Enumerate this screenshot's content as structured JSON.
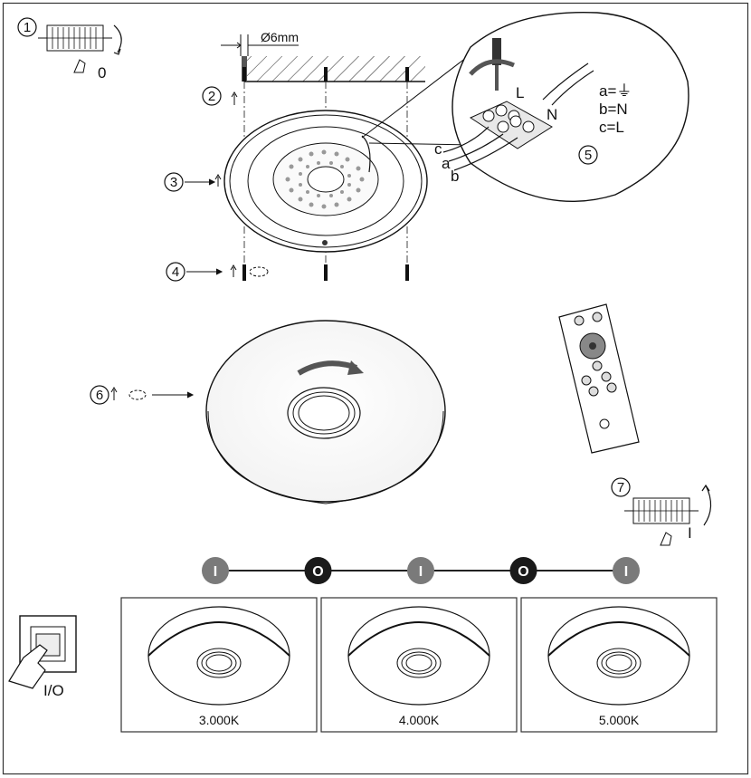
{
  "steps": [
    "1",
    "2",
    "3",
    "4",
    "5",
    "6",
    "7"
  ],
  "step1_switch_state": "0",
  "step7_switch_state": "I",
  "drill_diameter": "Ø6mm",
  "wiring": {
    "legend": [
      "a=⏚",
      "b=N",
      "c=L"
    ],
    "wire_letters": [
      "c",
      "a",
      "b"
    ],
    "terminal_letters": [
      "L",
      "N"
    ]
  },
  "switch_sequence": [
    "I",
    "O",
    "I",
    "O",
    "I"
  ],
  "wall_switch_label": "I/O",
  "color_temperatures": [
    "3.000K",
    "4.000K",
    "5.000K"
  ],
  "colors": {
    "on_dot": "#7a7a7a",
    "off_dot": "#1a1a1a",
    "line": "#222222"
  }
}
